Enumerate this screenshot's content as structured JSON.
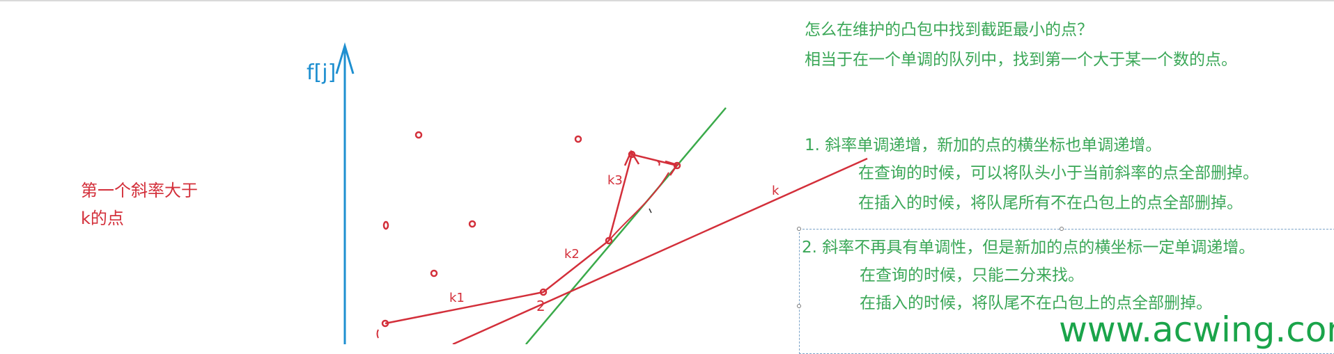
{
  "axis": {
    "ylabel": "f[j]"
  },
  "labels": {
    "k1": "k1",
    "k2": "k2",
    "k3": "k3",
    "k": "k",
    "two": "2"
  },
  "left_note": [
    "第一个斜率大于",
    "k的点"
  ],
  "right_text": {
    "q1": "怎么在维护的凸包中找到截距最小的点？",
    "q2": "相当于在一个单调的队列中，找到第一个大于某一个数的点。",
    "c1_title": "1. 斜率单调递增，新加的点的横坐标也单调递增。",
    "c1_l1": "在查询的时候，可以将队头小于当前斜率的点全部删掉。",
    "c1_l2": "在插入的时候，将队尾所有不在凸包上的点全部删掉。",
    "c2_title": "2. 斜率不再具有单调性，但是新加的点的横坐标一定单调递增。",
    "c2_l1": "在查询的时候，只能二分来找。",
    "c2_l2": "在插入的时候，将队尾不在凸包上的点全部删掉。"
  },
  "watermark": "www.acwing.com",
  "colors": {
    "red": "#d32f3a",
    "green": "#3aa757",
    "blue": "#1e8fd0",
    "line_green": "#3aaa4a"
  }
}
